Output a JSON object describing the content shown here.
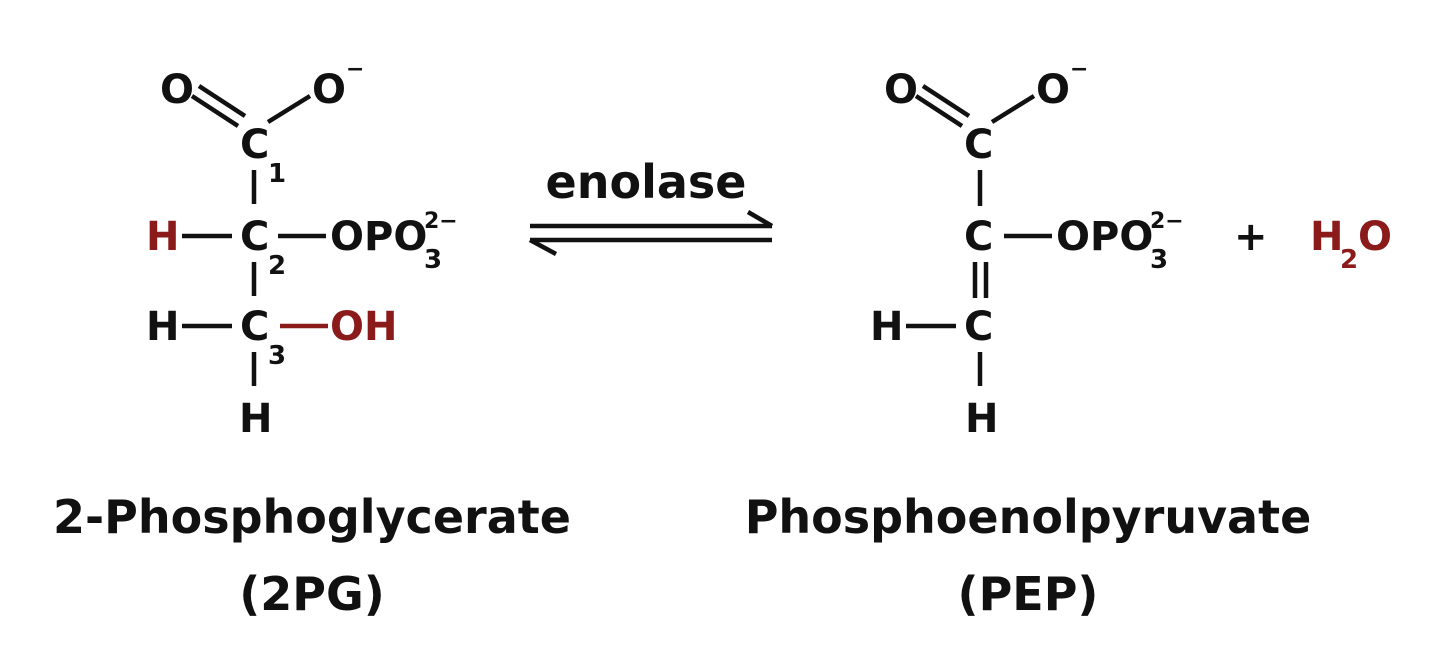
{
  "reaction": {
    "enzyme": "enolase",
    "plus": "+",
    "colors": {
      "text": "#111111",
      "highlight": "#8b1a1a",
      "background": "#ffffff"
    },
    "substrate": {
      "name": "2-Phosphoglycerate",
      "abbrev": "(2PG)",
      "atoms": {
        "O_carbonyl": "O",
        "O_carboxylate": "O",
        "O_charge": "−",
        "C1": "C",
        "C1_num": "1",
        "H_C2": "H",
        "C2": "C",
        "C2_num": "2",
        "OPO": "OPO",
        "OPO_sub": "3",
        "OPO_charge": "2−",
        "H_C3_left": "H",
        "C3": "C",
        "C3_num": "3",
        "OH": "OH",
        "H_bottom": "H"
      }
    },
    "product": {
      "name": "Phosphoenolpyruvate",
      "abbrev": "(PEP)",
      "atoms": {
        "O_carbonyl": "O",
        "O_carboxylate": "O",
        "O_charge": "−",
        "C1": "C",
        "C2": "C",
        "OPO": "OPO",
        "OPO_sub": "3",
        "OPO_charge": "2−",
        "H_left": "H",
        "C3": "C",
        "H_bottom": "H"
      }
    },
    "water": {
      "H": "H",
      "sub": "2",
      "O": "O"
    }
  }
}
